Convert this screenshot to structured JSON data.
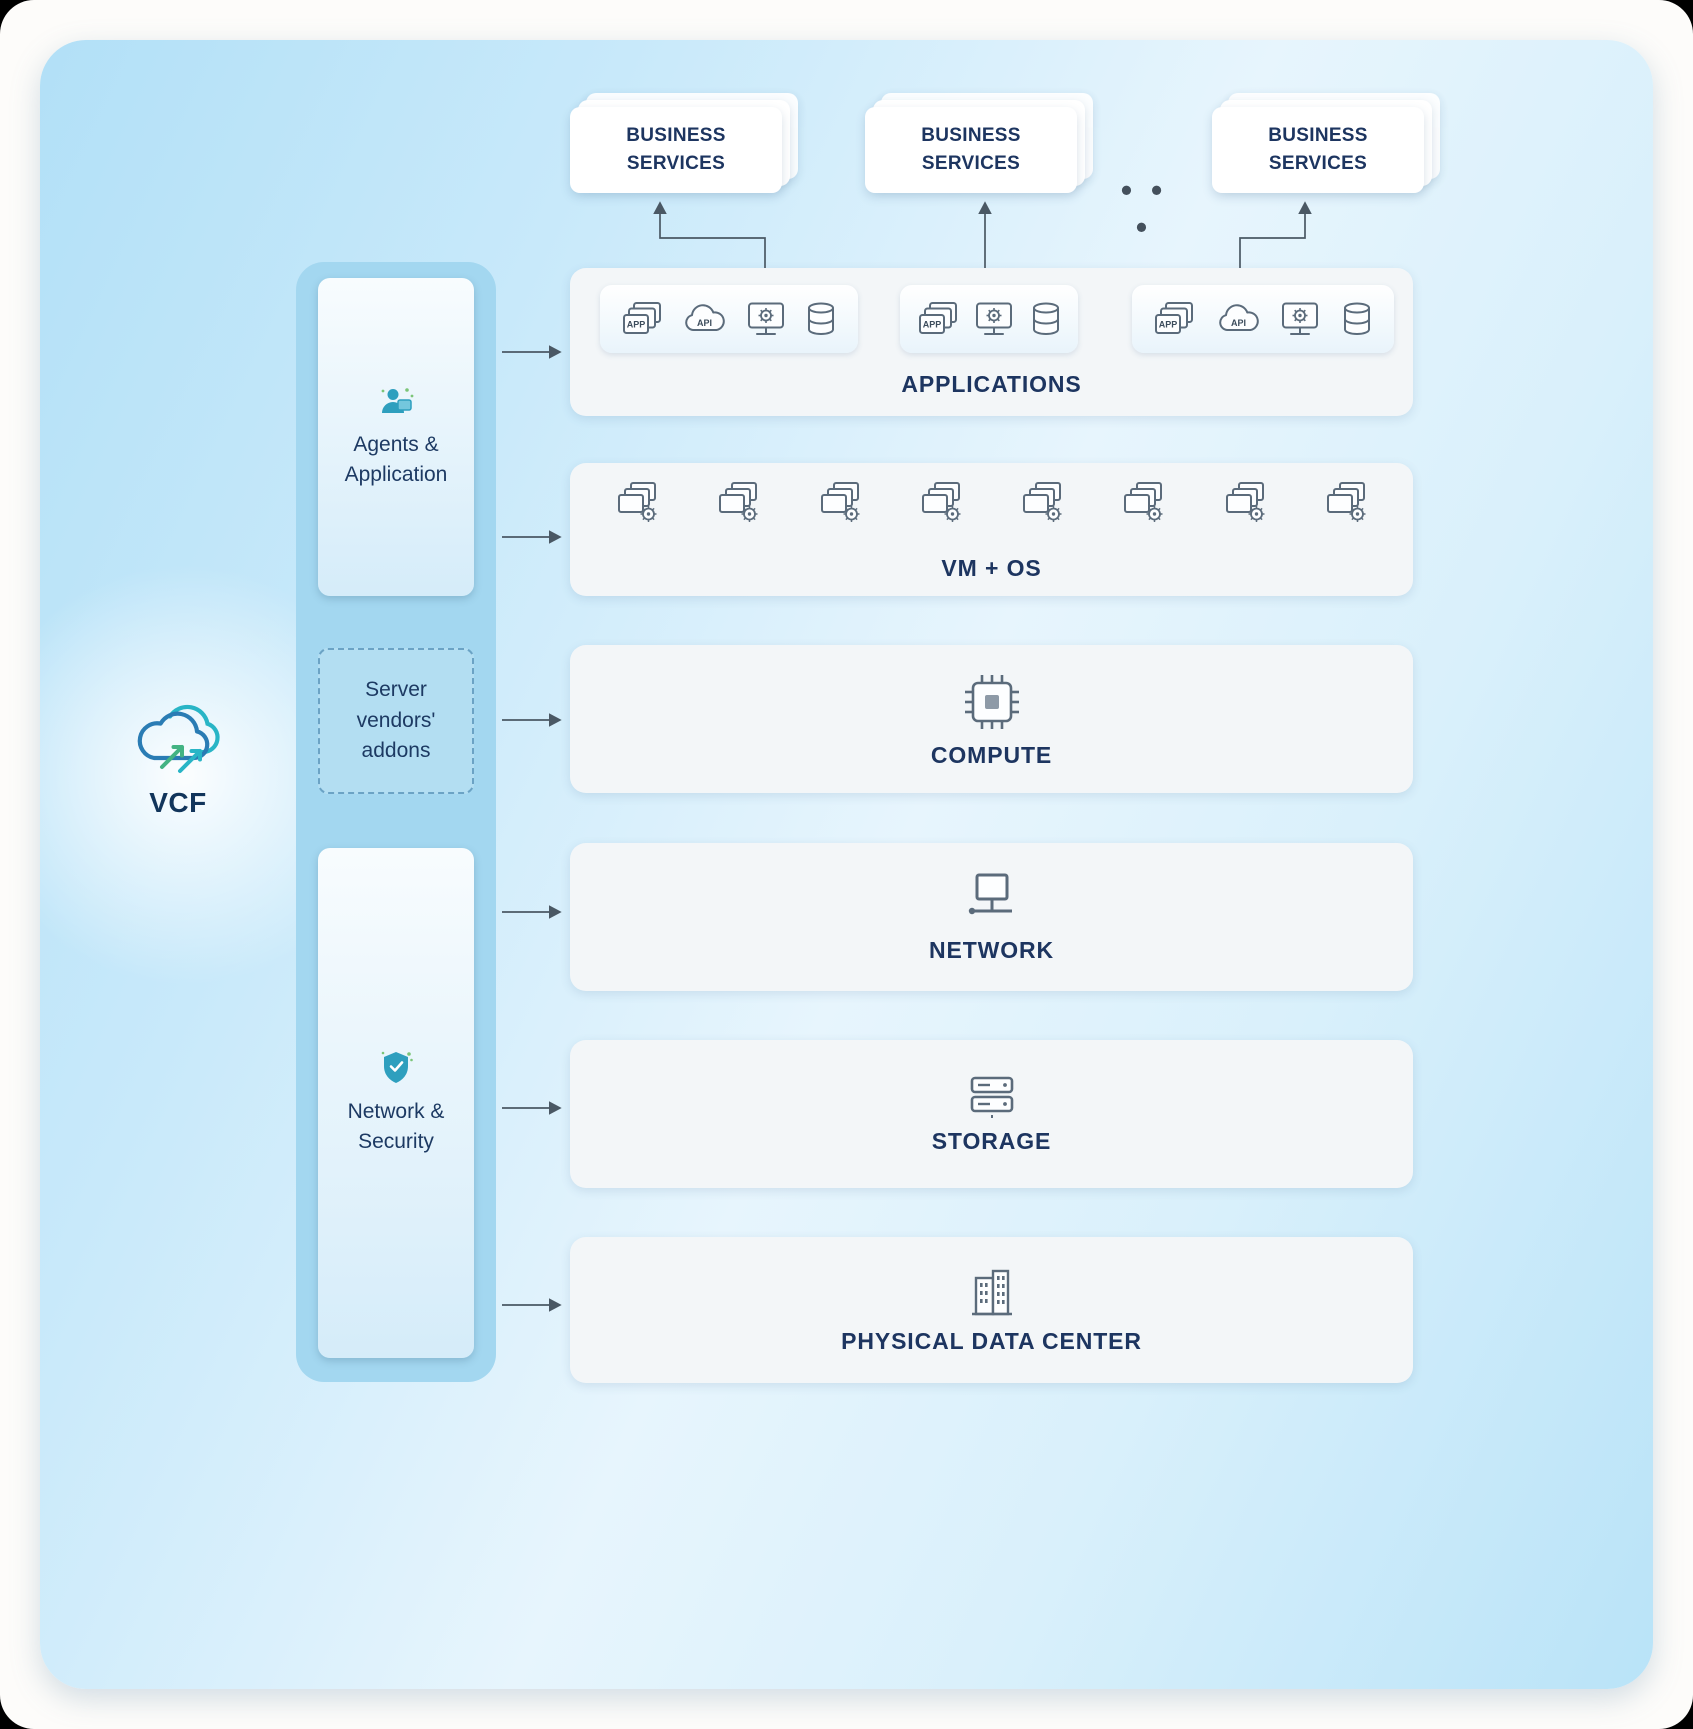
{
  "vcf": {
    "label": "VCF"
  },
  "sidebar": {
    "agents": {
      "label": "Agents & Application"
    },
    "vendors": {
      "label": "Server vendors' addons"
    },
    "network_security": {
      "label": "Network & Security"
    }
  },
  "business_services": {
    "cards": [
      {
        "label": "BUSINESS SERVICES"
      },
      {
        "label": "BUSINESS SERVICES"
      },
      {
        "label": "BUSINESS SERVICES"
      }
    ],
    "ellipsis": "• • •"
  },
  "layers": {
    "applications": {
      "label": "APPLICATIONS"
    },
    "vm_os": {
      "label": "VM + OS"
    },
    "compute": {
      "label": "COMPUTE"
    },
    "network": {
      "label": "NETWORK"
    },
    "storage": {
      "label": "STORAGE"
    },
    "physical_data_center": {
      "label": "PHYSICAL DATA CENTER"
    }
  },
  "icon_text": {
    "app": "APP",
    "api": "API"
  },
  "colors": {
    "navy": "#1d3560",
    "teal": "#2e9fbe",
    "icon_gray": "#5b6b7b",
    "panel_blue": "#a3d7f0"
  }
}
